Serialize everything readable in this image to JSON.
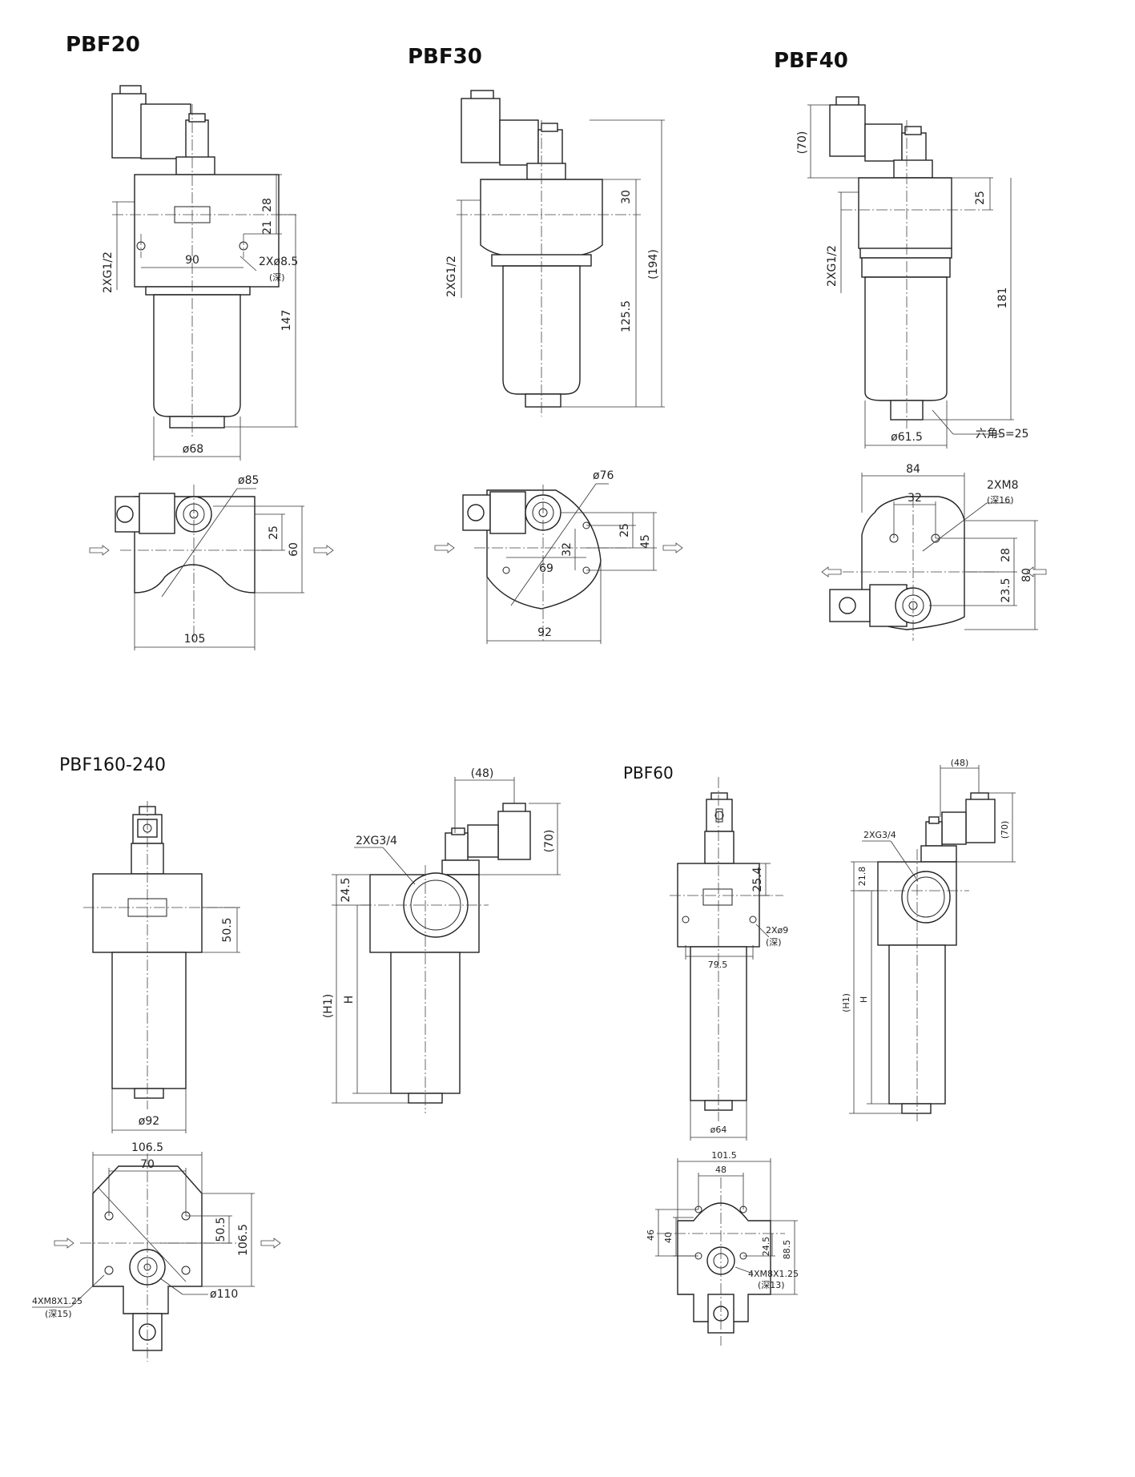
{
  "titles": {
    "pbf20": "PBF20",
    "pbf30": "PBF30",
    "pbf40": "PBF40",
    "pbf160": "PBF160-240",
    "pbf60": "PBF60"
  },
  "pbf20": {
    "front": {
      "port": "2XG1/2",
      "h_top": "28",
      "h_mid": "21",
      "width": "90",
      "holes": "2Xø8.5",
      "holes_note": "(深)",
      "height": "147",
      "dia": "ø68"
    },
    "top": {
      "dia": "ø85",
      "h1": "25",
      "h2": "60",
      "width": "105"
    }
  },
  "pbf30": {
    "front": {
      "port": "2XG1/2",
      "h_top": "30",
      "h_body": "125.5",
      "h_total": "(194)"
    },
    "top": {
      "dia": "ø76",
      "h1": "25",
      "h2": "45",
      "v": "32",
      "w1": "69",
      "w2": "92"
    }
  },
  "pbf40": {
    "front": {
      "solenoid": "(70)",
      "port": "2XG1/2",
      "h_top": "25",
      "height": "181",
      "dia": "ø61.5",
      "hex": "六角S=25"
    },
    "top": {
      "w_total": "84",
      "w_inner": "32",
      "holes": "2XM8",
      "holes_note": "(深16)",
      "h1": "28",
      "h2": "23.5",
      "h3": "80"
    }
  },
  "pbf160": {
    "front": {
      "h_body": "50.5",
      "dia": "ø92"
    },
    "side": {
      "solenoid_w": "(48)",
      "solenoid_h": "(70)",
      "port": "2XG3/4",
      "h_top": "24.5",
      "h1": "(H1)",
      "h": "H"
    },
    "top": {
      "w_total": "106.5",
      "w_inner": "70",
      "h1": "50.5",
      "h2": "106.5",
      "holes": "4XM8X1.25",
      "holes_note": "(深15)",
      "dia": "ø110"
    }
  },
  "pbf60": {
    "front": {
      "h_top": "25.4",
      "holes": "2Xø9",
      "holes_note": "(深)",
      "width": "79.5",
      "dia": "ø64"
    },
    "side": {
      "solenoid_w": "(48)",
      "solenoid_h": "(70)",
      "port": "2XG3/4",
      "h_top": "21.8",
      "h1": "(H1)",
      "h": "H"
    },
    "top": {
      "w_total": "101.5",
      "w_inner": "48",
      "h1": "46",
      "h2": "40",
      "h3": "24.5",
      "h4": "88.5",
      "holes": "4XM8X1.25",
      "holes_note": "(深13)"
    }
  }
}
